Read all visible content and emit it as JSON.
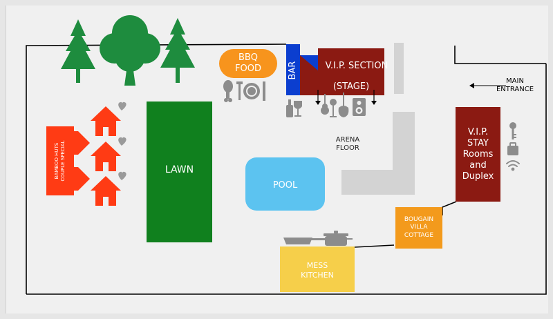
{
  "colors": {
    "background": "#f0f0f0",
    "outline": "#000000",
    "lawn": "#10801e",
    "pool": "#5cc3f0",
    "bbq": "#f7941d",
    "bar": "#0b3ecf",
    "vip_dark": "#8b1a12",
    "huts": "#ff3b14",
    "cottage": "#f39a1c",
    "kitchen": "#f6cf4a",
    "tree": "#1e8c3e",
    "icon_grey": "#8c8c8c",
    "floor_grey": "#d3d3d3",
    "heart": "#9a9a9a"
  },
  "labels": {
    "bbq": "BBQ\nFOOD",
    "bar": "BAR",
    "vip_section": "V.I.P. SECTION",
    "stage": "(STAGE)",
    "main_entrance": "MAIN\nENTRANCE",
    "arena_floor": "ARENA\nFLOOR",
    "lawn": "LAWN",
    "pool": "POOL",
    "vip_stay": "V.I.P.\nSTAY\nRooms\nand\nDuplex",
    "bougainvilla": "BOUGAIN\nVILLA\nCOTTAGE",
    "mess_kitchen": "MESS\nKITCHEN",
    "bamboo_huts": "BAMBOO HUTS\nCOUPLE SPECIAL"
  },
  "icons": {
    "trees": [
      "pine-tree-icon",
      "oak-tree-icon",
      "pine-tree-icon"
    ],
    "bbq": [
      "chicken-leg-icon",
      "fork-icon",
      "plate-icon",
      "knife-icon"
    ],
    "bar": [
      "bottle-icon",
      "wine-glass-icon"
    ],
    "stage": [
      "guitar-icon",
      "microphone-icon",
      "speaker-icon"
    ],
    "vip_stay": [
      "key-icon",
      "luggage-icon",
      "wifi-icon"
    ],
    "kitchen": [
      "frying-pan-icon",
      "cooking-pot-icon"
    ],
    "huts": [
      "hut-icon",
      "heart-icon"
    ],
    "entrance": [
      "arrow-left-icon"
    ]
  }
}
